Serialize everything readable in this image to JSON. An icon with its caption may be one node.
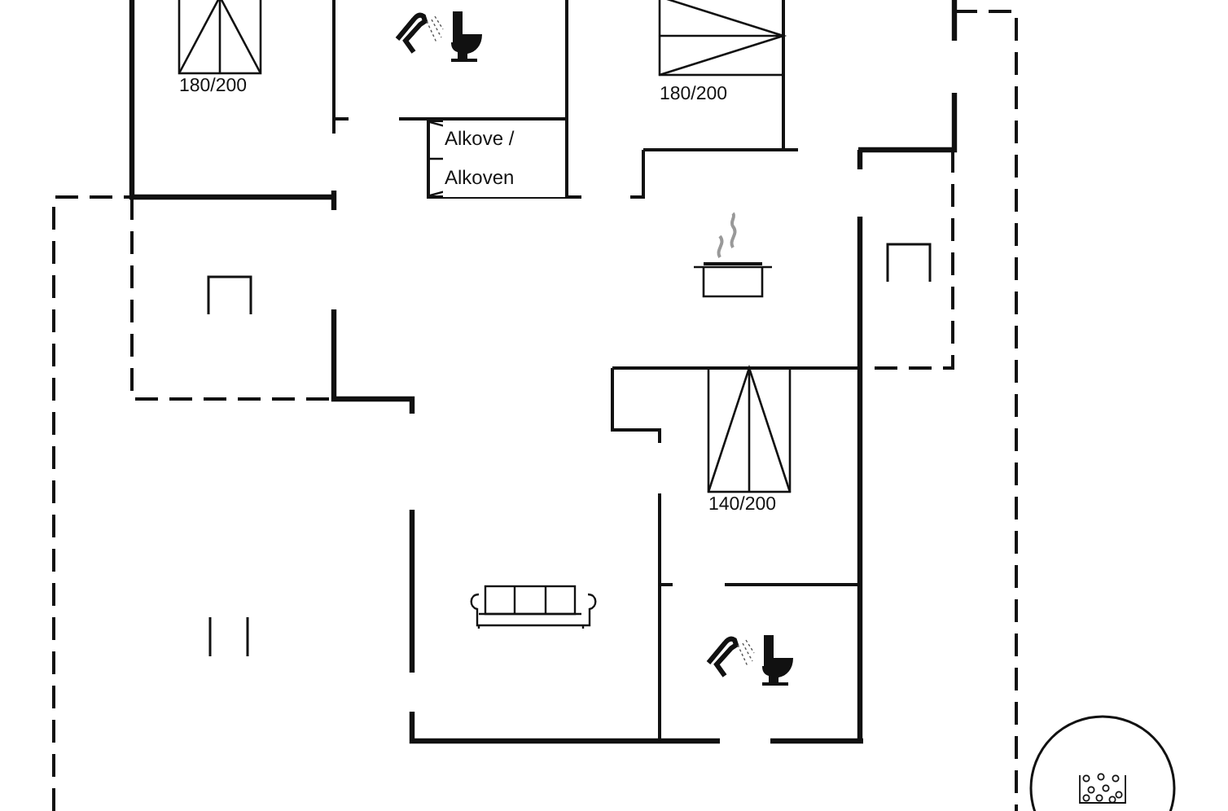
{
  "diagram": {
    "nodes": [
      {
        "text": [
          "Alkove / Alkoven"
        ]
      }
    ],
    "labels": [
      "180/200",
      "180/200",
      "140/200"
    ]
  }
}
